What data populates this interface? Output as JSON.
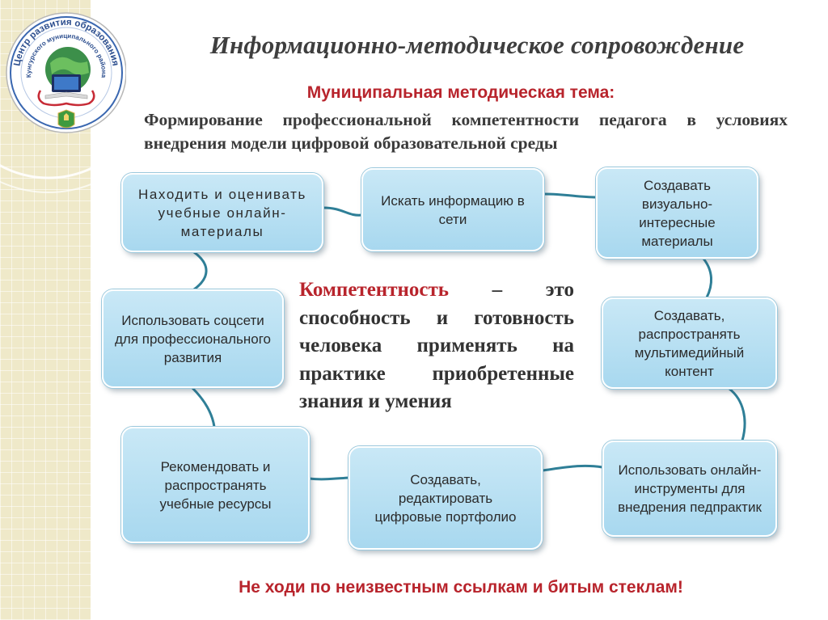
{
  "logo": {
    "text_top": "Центр развития образования",
    "text_bottom": "Кунгурского муниципального района"
  },
  "title": "Информационно-методическое сопровождение",
  "theme": {
    "label": "Муниципальная методическая тема:",
    "text": "Формирование профессиональной компетентности педагога в условиях внедрения модели цифровой образовательной среды"
  },
  "definition": {
    "term": "Компетентность",
    "text": " – это способность и готовность человека применять на практике приобретенные знания и умения"
  },
  "boxes": [
    {
      "id": "find-evaluate",
      "label": "Находить и оценивать учебные онлайн-материалы"
    },
    {
      "id": "search-info",
      "label": "Искать информацию в сети"
    },
    {
      "id": "create-visual",
      "label": "Создавать визуально-интересные материалы"
    },
    {
      "id": "create-multimedia",
      "label": "Создавать, распространять мультимедийный контент"
    },
    {
      "id": "online-tools",
      "label": "Использовать онлайн-инструменты для внедрения педпрактик"
    },
    {
      "id": "portfolio",
      "label": "Создавать, редактировать цифровые портфолио"
    },
    {
      "id": "recommend",
      "label": "Рекомендовать и распространять учебные ресурсы"
    },
    {
      "id": "social",
      "label": "Использовать соцсети для профессионального развития"
    }
  ],
  "footer": "Не ходи по неизвестным ссылкам и битым стеклам!",
  "colors": {
    "accent_red": "#b8242c",
    "box_fill": "#b5def2",
    "connector": "#2f7f97",
    "background_stripe": "#efe9c9"
  }
}
